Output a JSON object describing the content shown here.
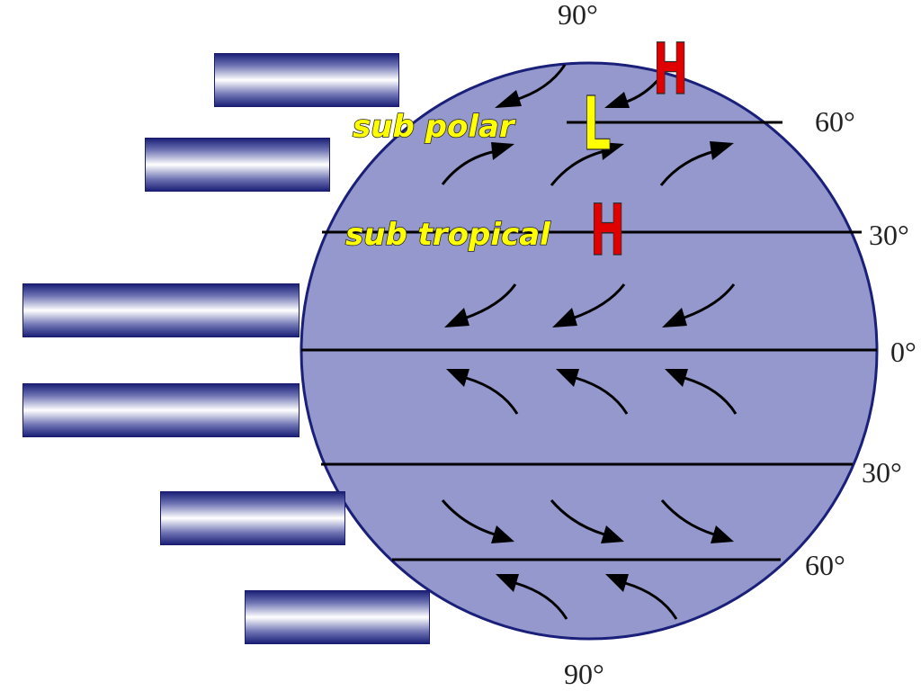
{
  "latitude_labels": {
    "north_pole": "90°",
    "north_60": "60°",
    "north_30": "30°",
    "equator": "0°",
    "south_30": "30°",
    "south_60": "60°",
    "south_pole": "90°"
  },
  "zone_labels": {
    "sub_polar": "sub polar",
    "sub_tropical": "sub tropical"
  },
  "pressure_labels": {
    "polar_high": "H",
    "sub_polar_low": "L",
    "sub_tropical_high": "H"
  },
  "colors": {
    "globe_fill": "#9498cc",
    "globe_outline": "#1a1f7a",
    "high_pressure": "#e00000",
    "low_pressure": "#ffff00",
    "zone_text": "#ffff00",
    "box_dark": "#1c2178"
  },
  "blank_label_boxes": 6
}
